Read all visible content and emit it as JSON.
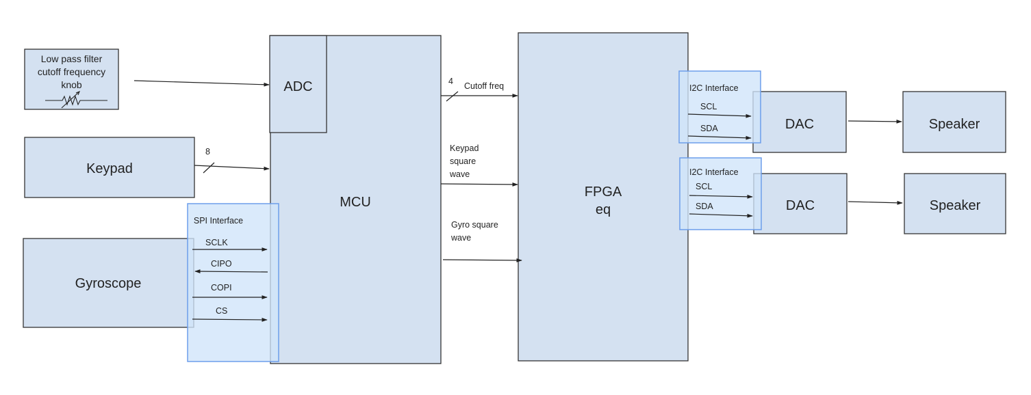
{
  "diagram": {
    "colors": {
      "block_fill": "#d4e1f1",
      "block_stroke": "#333333",
      "interface_fill": "#cfe4fa",
      "interface_stroke": "#6d9eeb",
      "wire": "#222222"
    },
    "blocks": {
      "lpf_knob": {
        "lines": [
          "Low pass filter",
          "cutoff frequency",
          "knob"
        ],
        "symbol": "variable-resistor"
      },
      "keypad": {
        "label": "Keypad"
      },
      "gyroscope": {
        "label": "Gyroscope"
      },
      "adc": {
        "label": "ADC"
      },
      "mcu": {
        "label": "MCU"
      },
      "fpga": {
        "lines": [
          "FPGA",
          "eq"
        ]
      },
      "dac_top": {
        "label": "DAC"
      },
      "dac_bottom": {
        "label": "DAC"
      },
      "speaker_top": {
        "label": "Speaker"
      },
      "speaker_bottom": {
        "label": "Speaker"
      }
    },
    "interfaces": {
      "spi": {
        "title": "SPI Interface",
        "signals": [
          "SCLK",
          "CIPO",
          "COPI",
          "CS"
        ],
        "directions": [
          "to-mcu",
          "to-gyroscope",
          "to-mcu",
          "to-mcu"
        ]
      },
      "i2c_top": {
        "title": "I2C Interface",
        "signals": [
          "SCL",
          "SDA"
        ]
      },
      "i2c_bottom": {
        "title": "I2C Interface",
        "signals": [
          "SCL",
          "SDA"
        ]
      }
    },
    "connections": {
      "knob_to_adc": {
        "from": "lpf_knob",
        "to": "adc"
      },
      "keypad_to_mcu": {
        "from": "keypad",
        "to": "mcu",
        "bus_width": "8"
      },
      "cutoff": {
        "from": "mcu",
        "to": "fpga",
        "bus_width": "4",
        "label": "Cutoff freq"
      },
      "keypad_wave": {
        "from": "mcu",
        "to": "fpga",
        "lines": [
          "Keypad",
          "square",
          "wave"
        ]
      },
      "gyro_wave": {
        "from": "mcu",
        "to": "fpga",
        "lines": [
          "Gyro square",
          "wave"
        ]
      },
      "dac_to_speaker_top": {
        "from": "dac_top",
        "to": "speaker_top"
      },
      "dac_to_speaker_bottom": {
        "from": "dac_bottom",
        "to": "speaker_bottom"
      }
    }
  }
}
